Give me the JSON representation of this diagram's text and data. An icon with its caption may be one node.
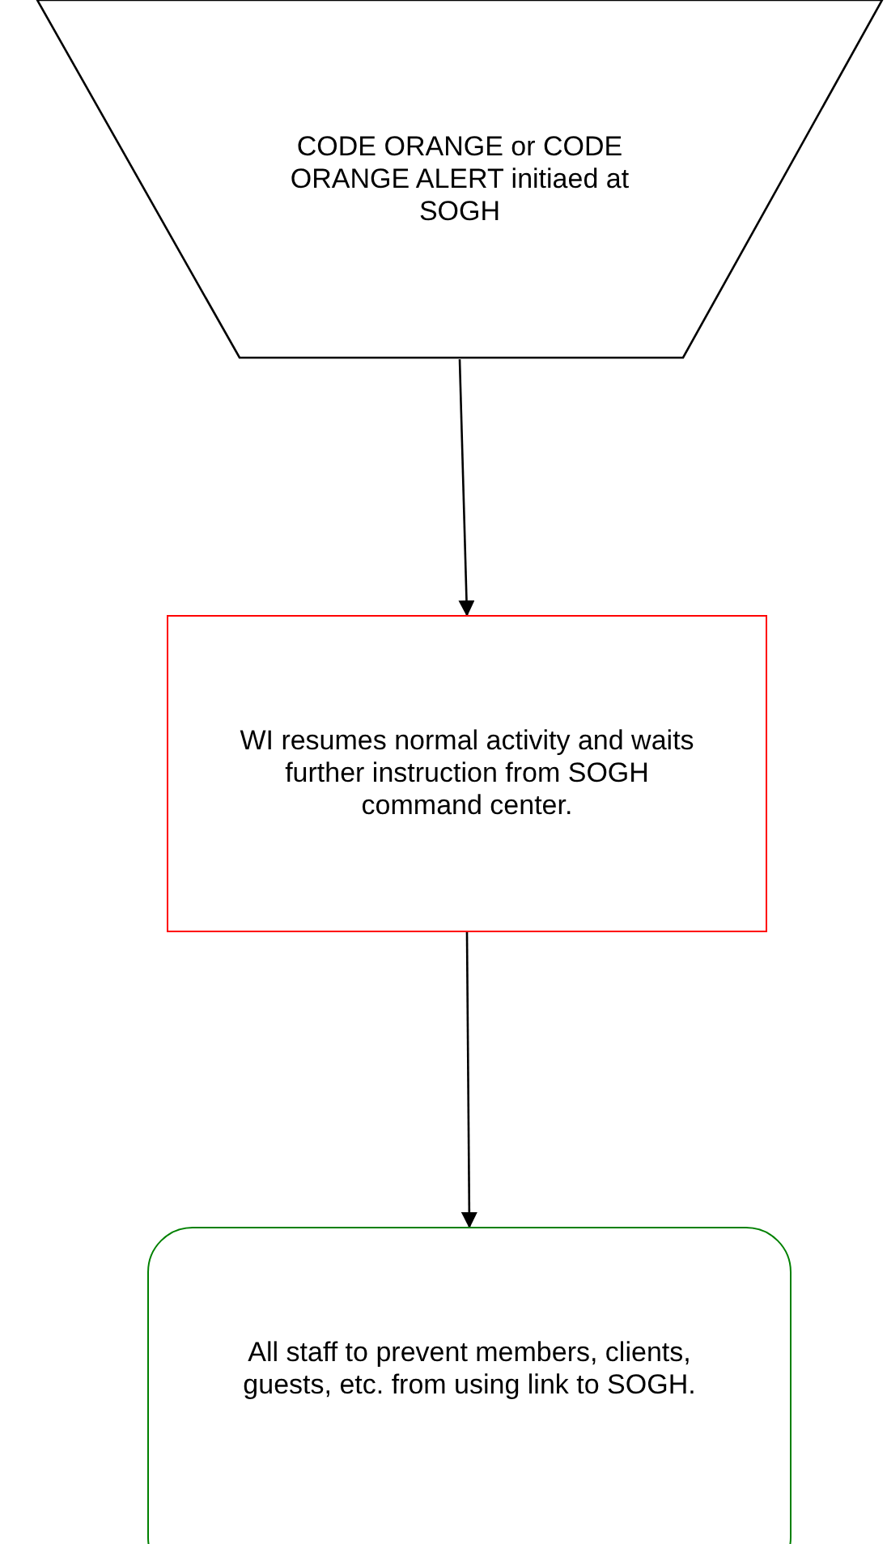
{
  "diagram": {
    "nodes": [
      {
        "text": [
          "CODE ORANGE or CODE ORANGE ALERT initiaed at SOGH"
        ]
      },
      {
        "text": [
          "WI resumes normal activity and waits further instruction from SOGH command center."
        ]
      },
      {
        "text": [
          "All staff to prevent members, clients, guests, etc. from using link to SOGH."
        ]
      }
    ],
    "edges": [
      {
        "from": 0,
        "to": 1,
        "arrow": "to"
      },
      {
        "from": 1,
        "to": 2,
        "arrow": "to"
      }
    ]
  }
}
